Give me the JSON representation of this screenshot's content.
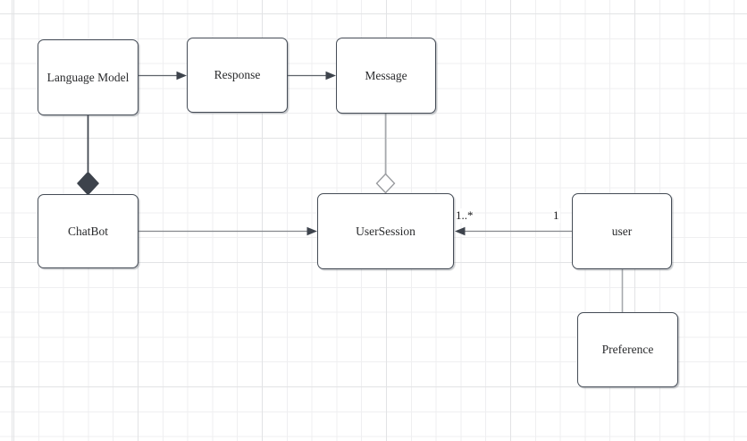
{
  "diagram": {
    "type": "uml-class-diagram",
    "colors": {
      "node_border": "#454c56",
      "node_fill": "#ffffff",
      "arrowhead": "#3d434c",
      "composition_diamond": "#3d434c",
      "aggregation_diamond_stroke": "#97999d",
      "connector_dark": "#5d6269",
      "connector_gray": "#85888d",
      "connector_light": "#a7a9ad",
      "grid_minor": "#efeff1",
      "grid_major": "#e2e3e5",
      "text": "#292a2c"
    },
    "nodes": [
      {
        "id": "language-model",
        "label": "Language Model"
      },
      {
        "id": "response",
        "label": "Response"
      },
      {
        "id": "message",
        "label": "Message"
      },
      {
        "id": "chatbot",
        "label": "ChatBot"
      },
      {
        "id": "usersession",
        "label": "UserSession"
      },
      {
        "id": "user",
        "label": "user"
      },
      {
        "id": "preference",
        "label": "Preference"
      }
    ],
    "edges": [
      {
        "from": "Language Model",
        "to": "Response",
        "type": "directed-arrow"
      },
      {
        "from": "Response",
        "to": "Message",
        "type": "directed-arrow"
      },
      {
        "from": "Language Model",
        "to": "ChatBot",
        "type": "composition",
        "diamond_at": "ChatBot"
      },
      {
        "from": "Message",
        "to": "UserSession",
        "type": "aggregation",
        "diamond_at": "UserSession"
      },
      {
        "from": "ChatBot",
        "to": "UserSession",
        "type": "directed-arrow"
      },
      {
        "from": "user",
        "to": "UserSession",
        "type": "directed-arrow",
        "labels": {
          "source": "1",
          "target": "1..*"
        }
      },
      {
        "from": "user",
        "to": "Preference",
        "type": "association"
      }
    ]
  }
}
